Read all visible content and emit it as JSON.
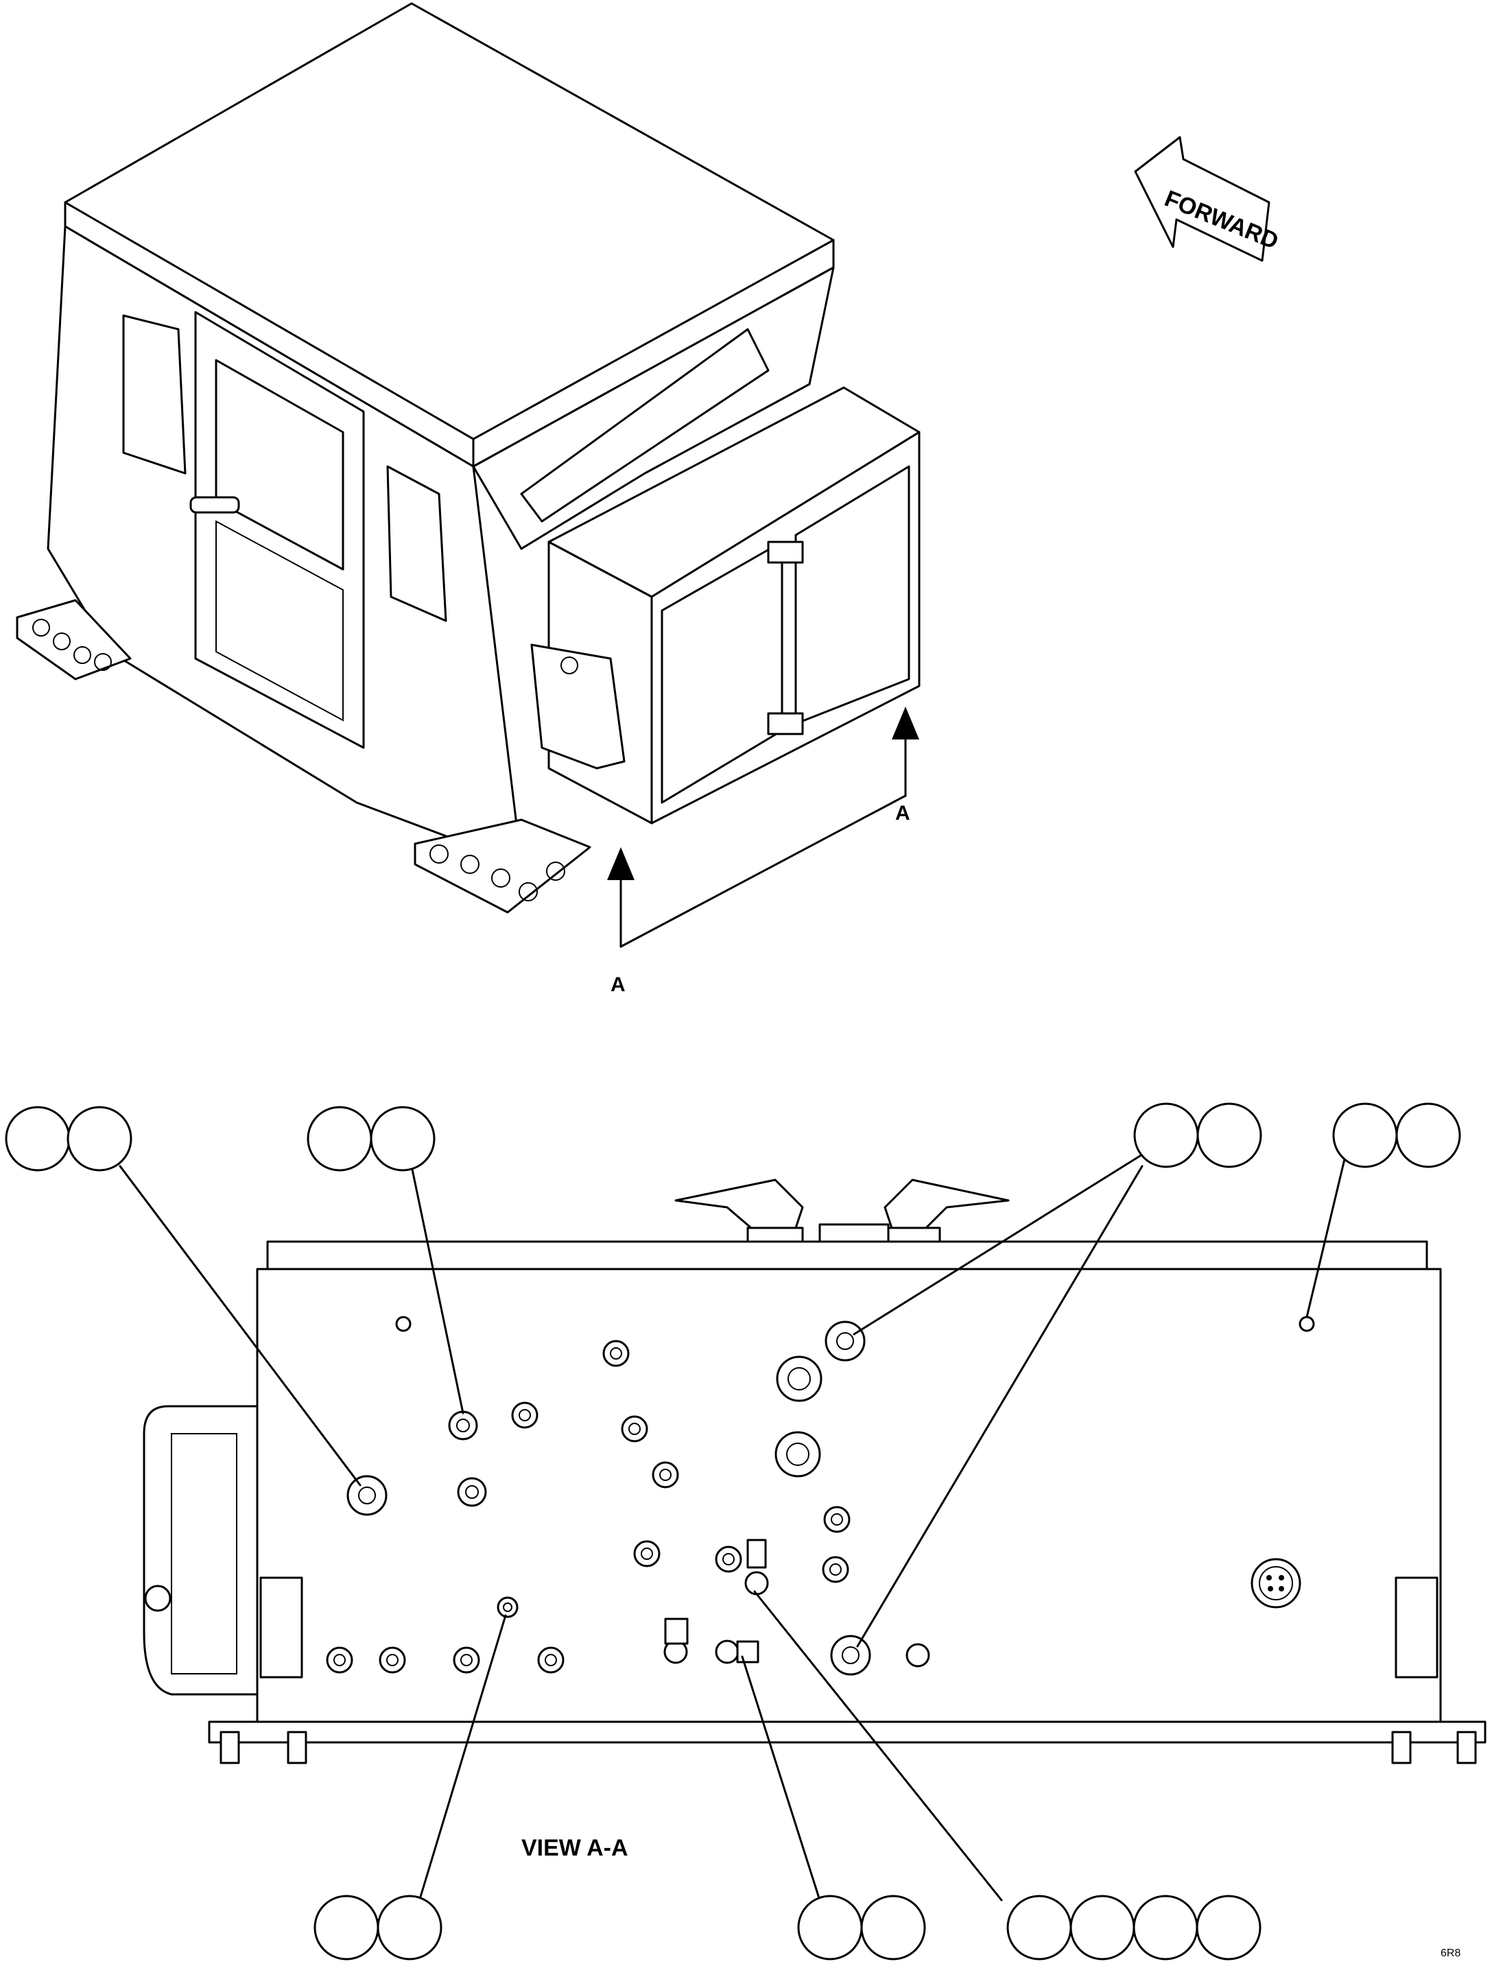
{
  "forward_arrow": {
    "label": "FORWARD"
  },
  "section_markers": [
    {
      "letter": "A"
    },
    {
      "letter": "A"
    }
  ],
  "view_title": "VIEW A-A",
  "drawing_code": "6R8",
  "callout_groups": [
    {
      "id": "group-upper-left",
      "bubbles": [
        "",
        ""
      ]
    },
    {
      "id": "group-upper-center-left",
      "bubbles": [
        "",
        ""
      ]
    },
    {
      "id": "group-upper-center-right",
      "bubbles": [
        "",
        ""
      ]
    },
    {
      "id": "group-upper-right",
      "bubbles": [
        "",
        ""
      ]
    },
    {
      "id": "group-lower-left",
      "bubbles": [
        "",
        ""
      ]
    },
    {
      "id": "group-lower-center",
      "bubbles": [
        "",
        ""
      ]
    },
    {
      "id": "group-lower-right",
      "bubbles": [
        "",
        "",
        "",
        ""
      ]
    }
  ]
}
